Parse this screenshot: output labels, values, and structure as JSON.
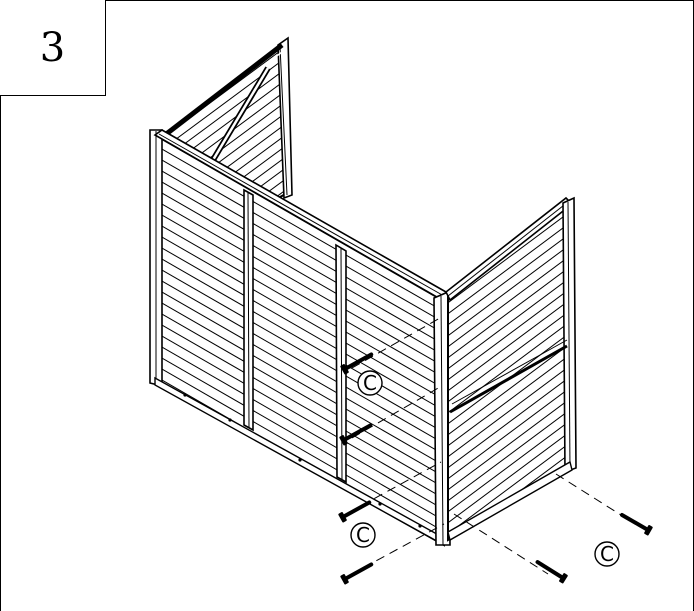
{
  "step": {
    "number": "3"
  },
  "parts": {
    "label_1": "C",
    "label_2": "C",
    "label_3": "C"
  },
  "icons": [
    "screw-icon"
  ]
}
